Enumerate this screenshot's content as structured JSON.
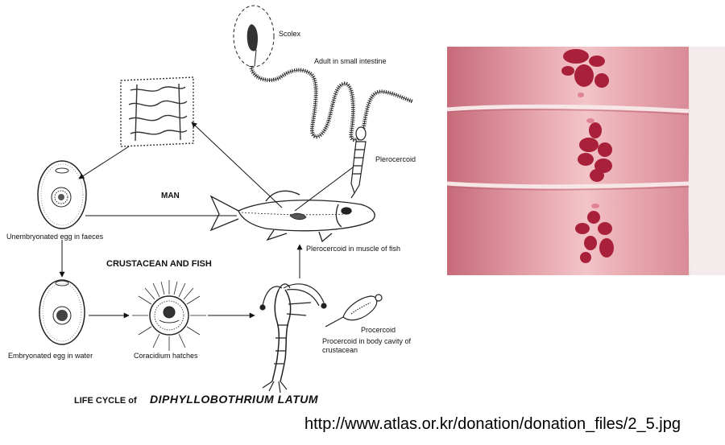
{
  "diagram": {
    "labels": {
      "scolex": "Scolex",
      "adult": "Adult in small intestine",
      "plerocercoid": "Plerocercoid",
      "man": "MAN",
      "unembryonated": "Unembryonated egg in faeces",
      "plerocercoid_muscle": "Plerocercoid in muscle of fish",
      "crustacean_fish": "CRUSTACEAN AND FISH",
      "embryonated": "Embryonated egg in water",
      "coracidium": "Coracidium hatches",
      "procercoid": "Procercoid",
      "procercoid_body_1": "Procercoid in body cavity of",
      "procercoid_body_2": "crustacean",
      "title_prefix": "LIFE CYCLE of",
      "title_species": "DIPHYLLOBOTHRIUM LATUM"
    }
  },
  "source_url": "http://www.atlas.or.kr/donation/donation_files/2_5.jpg"
}
